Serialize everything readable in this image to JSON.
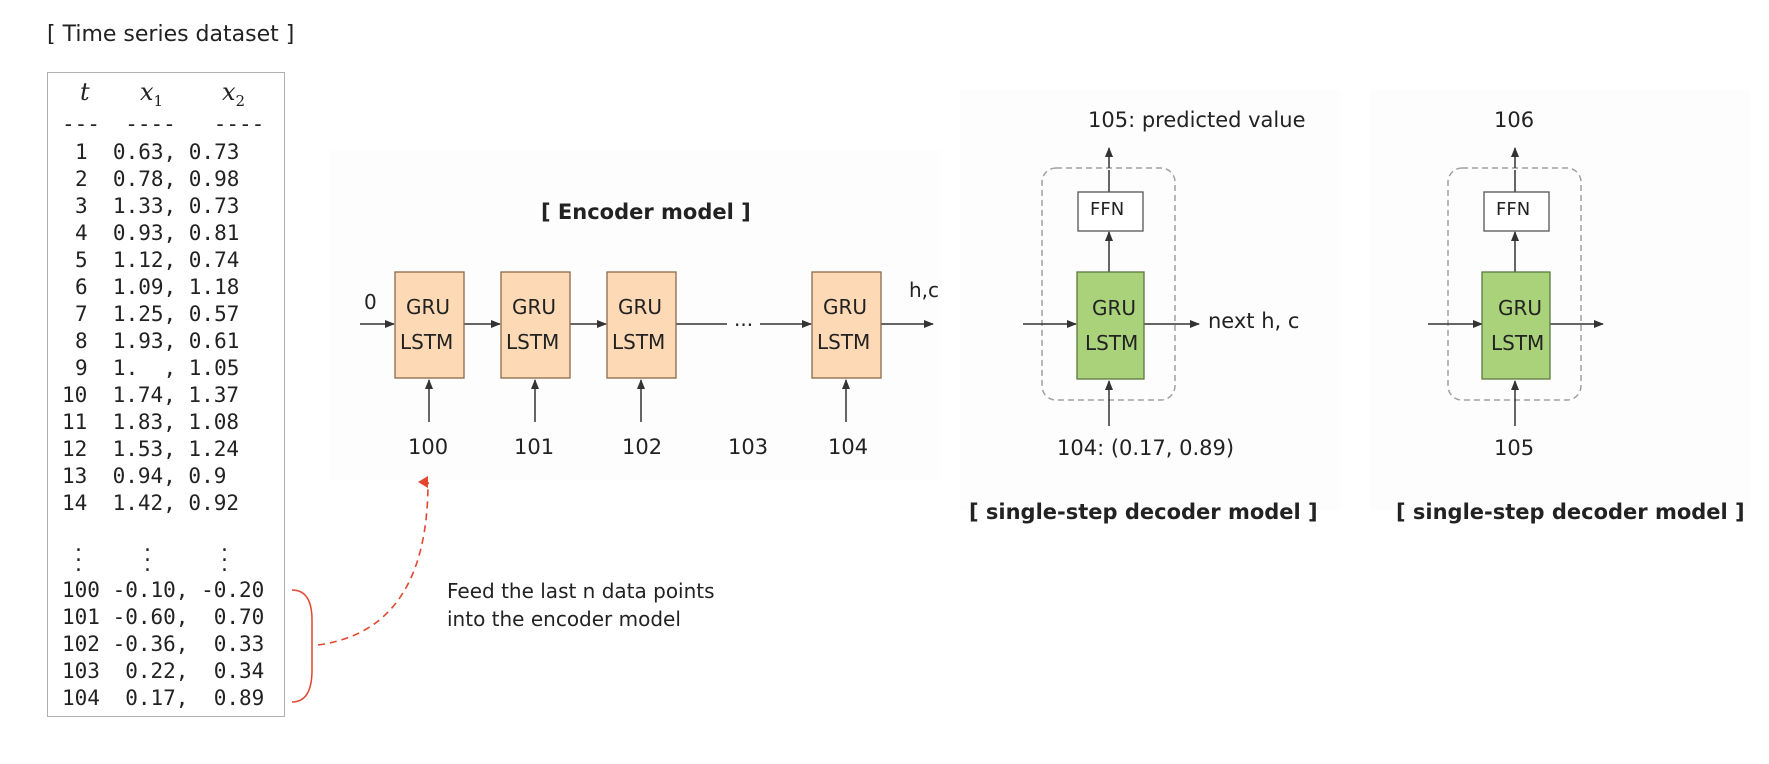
{
  "dataset": {
    "title": "[ Time series dataset ]",
    "headers": {
      "t": "t",
      "x1": "x",
      "x1_sub": "1",
      "x2": "x",
      "x2_sub": "2"
    },
    "separator": "---  ----   ----",
    "rows": [
      "1  0.63, 0.73",
      "2  0.78, 0.98",
      "3  1.33, 0.73",
      "4  0.93, 0.81",
      "5  1.12, 0.74",
      "6  1.09, 1.18",
      "7  1.25, 0.57",
      "8  1.93, 0.61",
      "9  1.  , 1.05",
      "10  1.74, 1.37",
      "11  1.83, 1.08",
      "12  1.53, 1.24",
      "13  0.94, 0.9",
      "14  1.42, 0.92"
    ],
    "tail_rows": [
      "100 -0.10, -0.20",
      "101 -0.60,  0.70",
      "102 -0.36,  0.33",
      "103  0.22,  0.34",
      "104  0.17,  0.89"
    ]
  },
  "feed_note": {
    "line1": "Feed the last n data points",
    "line2": "into the encoder model"
  },
  "encoder": {
    "title": "[ Encoder model ]",
    "initial_state": "0",
    "final_state": "h,c",
    "cell_line1": "GRU",
    "cell_line2": "LSTM",
    "ellipsis": "...",
    "steps": [
      "100",
      "101",
      "102",
      "103",
      "104"
    ]
  },
  "decoder1": {
    "title": "[ single-step decoder model ]",
    "output": "105: predicted value",
    "ffn": "FFN",
    "cell_line1": "GRU",
    "cell_line2": "LSTM",
    "next_state": "next h, c",
    "input": "104: (0.17, 0.89)"
  },
  "decoder2": {
    "title": "[ single-step decoder model ]",
    "output": "106",
    "ffn": "FFN",
    "cell_line1": "GRU",
    "cell_line2": "LSTM",
    "input": "105"
  },
  "colors": {
    "encoder_cell": "#fdd9b5",
    "encoder_cell_border": "#8a6a4a",
    "decoder_cell": "#a9d27a",
    "decoder_cell_border": "#5c7a3c",
    "arrow": "#333333",
    "feed_arrow": "#e2472f",
    "dashed_box": "#a0a0a0"
  }
}
